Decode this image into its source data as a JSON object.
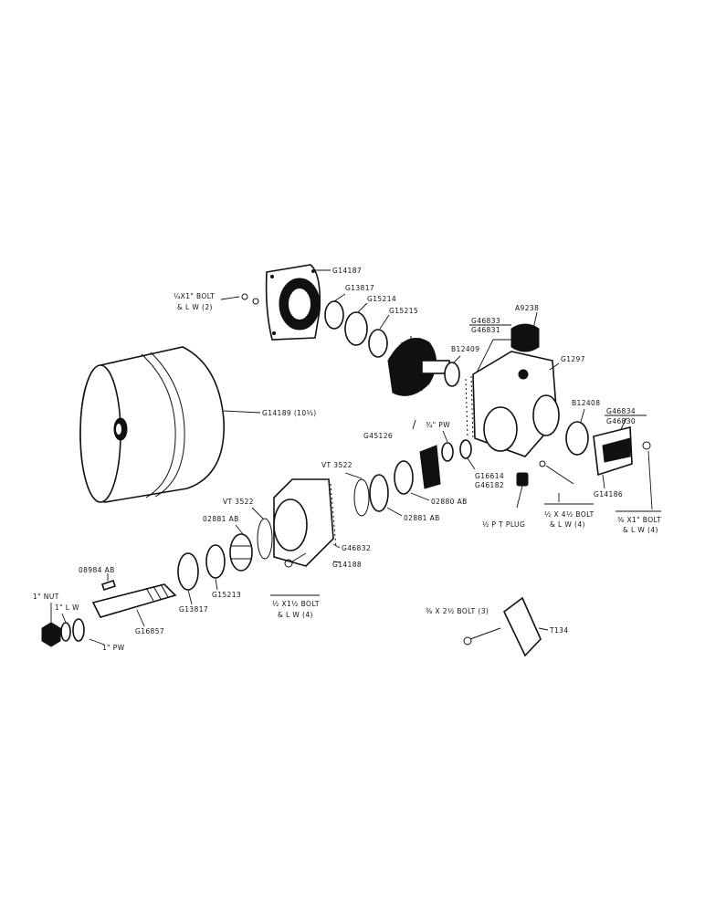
{
  "labels": {
    "g14187": "G14187",
    "bolt_quarter": "¼X1\" BOLT",
    "lw_2": "& L W (2)",
    "g13817_top": "G13817",
    "g15214": "G15214",
    "g15215": "G15215",
    "a9238": "A9238",
    "g46833": "G46833",
    "g46831": "G46831",
    "b12409": "B12409",
    "g1297": "G1297",
    "g14189": "G14189 (10⅓)",
    "b12408": "B12408",
    "g46834": "G46834",
    "g46830": "G46830",
    "g45126": "G45126",
    "pw_three_quarter": "¾\" PW",
    "vt3522_top": "VT 3522",
    "g16614": "G16614",
    "g46182": "G46182",
    "o2880ab": "02880 AB",
    "o2881ab_mid": "02881 AB",
    "vt3522_left": "VT 3522",
    "o2881ab_left": "02881 AB",
    "g14186": "G14186",
    "pt_plug": "½ P T PLUG",
    "bolt_half_4": "½ X 4½ BOLT",
    "lw_4_a": "& L W (4)",
    "bolt_3_8": "⅜ X1\" BOLT",
    "lw_4_b": "& L W (4)",
    "g46832": "G46832",
    "g14188": "G14188",
    "o8984ab": "08984 AB",
    "g15213": "G15213",
    "bolt_half_1": "½ X1½ BOLT",
    "lw_4_c": "& L W (4)",
    "nut": "1\" NUT",
    "lw_1": "1\" L W",
    "g13817_low": "G13817",
    "g16857": "G16857",
    "pw_1": "1\" PW",
    "bolt_3_8_2": "⅜ X 2½ BOLT (3)",
    "t134": "T134"
  },
  "colors": {
    "ink": "#111111",
    "paper": "#ffffff"
  }
}
